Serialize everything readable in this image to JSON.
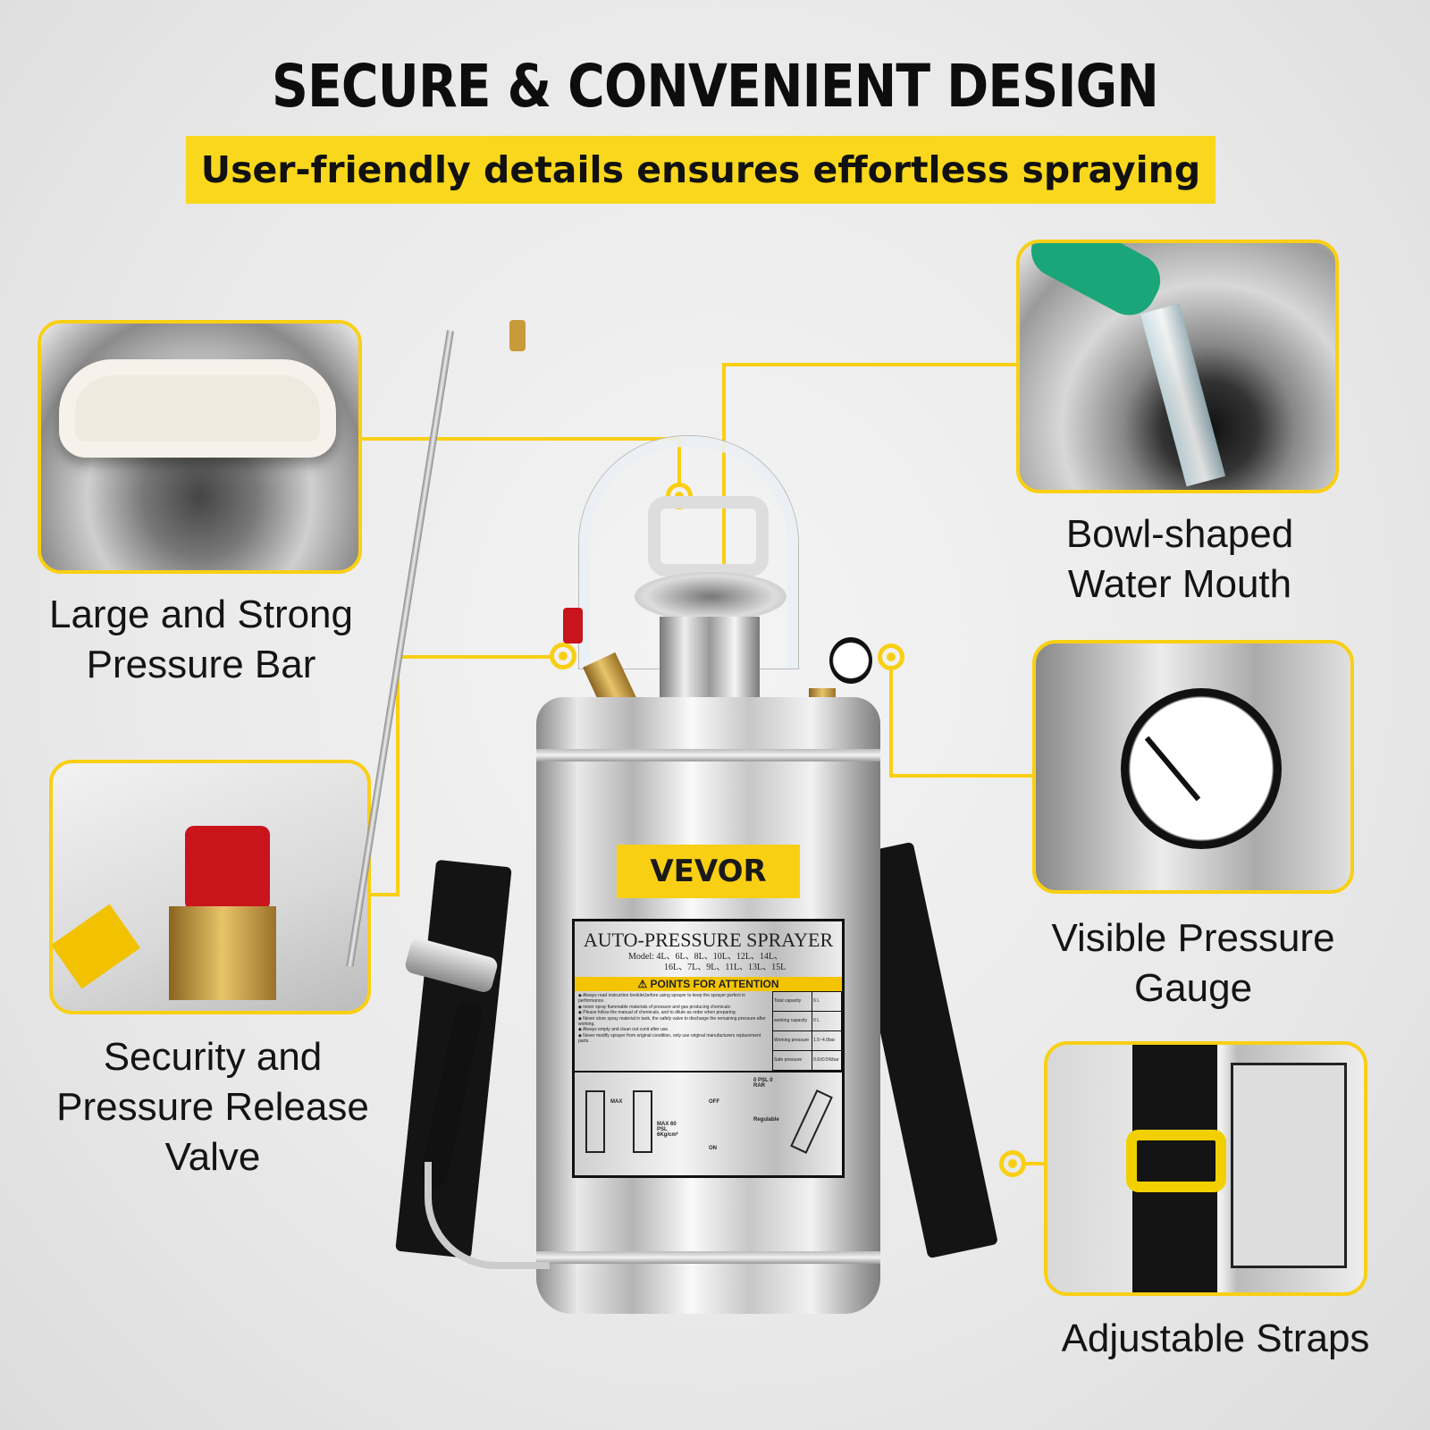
{
  "header": {
    "title": "SECURE & CONVENIENT DESIGN",
    "subtitle": "User-friendly details ensures effortless spraying"
  },
  "features": [
    {
      "caption_lines": [
        "Large and Strong",
        "Pressure Bar"
      ]
    },
    {
      "caption_lines": [
        "Security and",
        "Pressure Release",
        "Valve"
      ]
    },
    {
      "caption_lines": [
        "Bowl-shaped",
        "Water Mouth"
      ]
    },
    {
      "caption_lines": [
        "Visible Pressure",
        "Gauge"
      ]
    },
    {
      "caption_lines": [
        "Adjustable Straps"
      ]
    }
  ],
  "product": {
    "brand": "VEVOR",
    "label_title": "AUTO-PRESSURE SPRAYER",
    "model_label": "Model:",
    "model_line1": "4L、6L、8L、10L、12L、14L、",
    "model_line2": "16L、7L、9L、11L、13L、15L",
    "attention": "⚠ POINTS FOR ATTENTION",
    "bullets": [
      "◆ Always read instruction booklet,before using sprayer to keep the sprayer perfect in performance.",
      "◆ never spray flammable materials of pressure and gas producing chemicals",
      "◆ Please follow the manual of chemicals, and to dilute as order when preparing.",
      "◆ Never store spray material in tank, the safely valve to discharge the remaining pressure after working.",
      "◆ Always empty and clean out cunit after use.",
      "◆ Never modify sprayer from original condition, only use original manufacturers replacement parts."
    ],
    "specs": [
      {
        "name": "Total capacity",
        "value": "6 L"
      },
      {
        "name": "working capacity",
        "value": "6 L"
      },
      {
        "name": "Working pressure",
        "value": "1.5~4.0bar"
      },
      {
        "name": "Safe pressure",
        "value": "0.6±0.5%bar"
      }
    ],
    "diagram": {
      "max": "MAX",
      "max_psl": "MAX 60 PSL 6Kg/cm²",
      "off": "OFF",
      "on": "ON",
      "zero": "0 PSL 0 RAR",
      "regulable": "Regulable"
    }
  },
  "colors": {
    "accent": "#f9cf14",
    "text": "#141414"
  }
}
